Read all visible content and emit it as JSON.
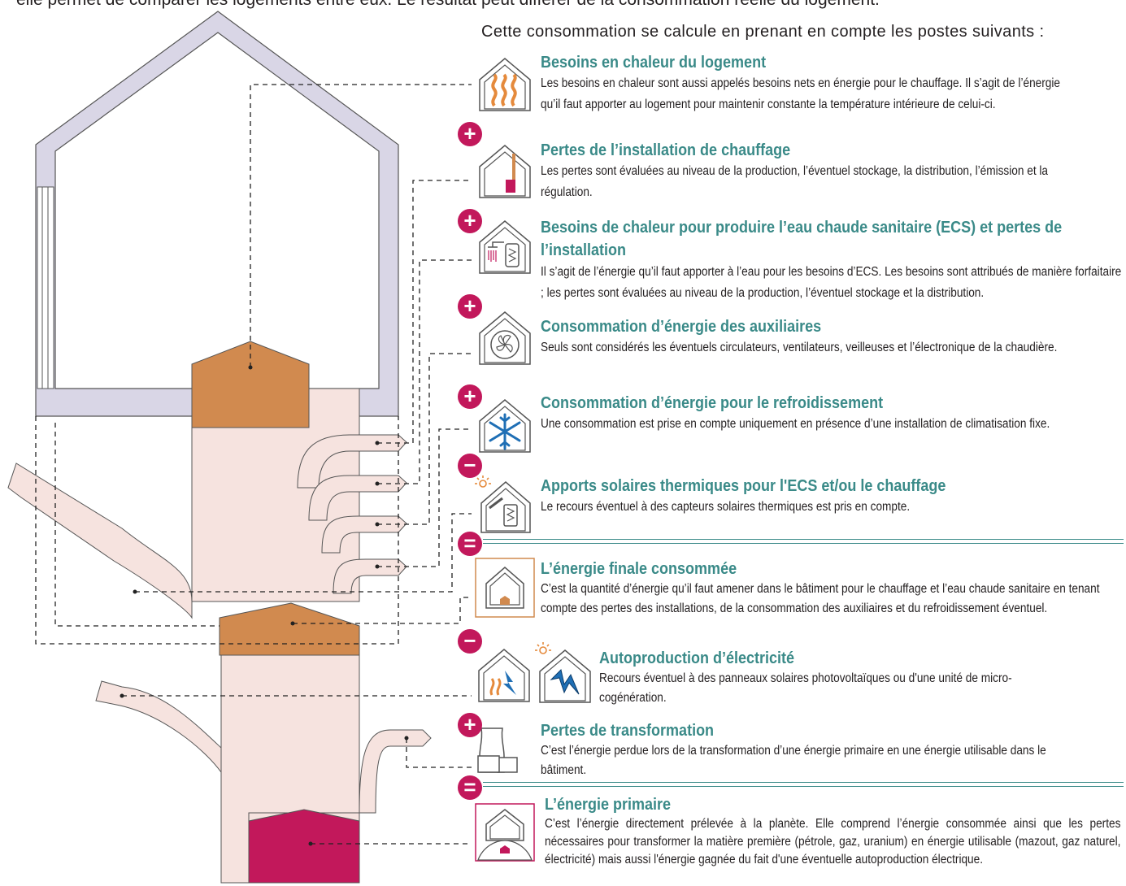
{
  "top_text": "elle permet de comparer les logements entre eux. Le résultat peut différer de la consommation réelle du logement.",
  "intro": "Cette consommation se calcule en prenant en compte les postes suivants :",
  "items": [
    {
      "title": "Besoins en chaleur du logement",
      "body": "Les besoins en chaleur sont aussi appelés besoins nets en énergie pour le chauffage. Il s’agit de l’énergie qu’il faut apporter au logement pour maintenir constante la température intérieure de celui-ci."
    },
    {
      "title": "Pertes de l’installation de chauffage",
      "body": "Les pertes sont évaluées au niveau de la production, l’éventuel stockage, la distribution, l’émission et la régulation."
    },
    {
      "title": "Besoins de chaleur pour produire l’eau chaude sanitaire (ECS) et pertes de l’installation",
      "body": "Il s’agit de l’énergie qu’il faut apporter à l’eau pour les besoins d’ECS. Les besoins sont attribués de manière forfaitaire ; les pertes sont évaluées au niveau de la production, l’éventuel stockage et la distribution."
    },
    {
      "title": "Consommation d’énergie des auxiliaires",
      "body": "Seuls sont considérés les éventuels circulateurs, ventilateurs, veilleuses et l’électronique de la chaudière."
    },
    {
      "title": "Consommation d’énergie pour le refroidissement",
      "body": "Une consommation est prise en compte uniquement en présence d’une installation de climatisation fixe."
    },
    {
      "title": "Apports solaires thermiques pour l'ECS et/ou le chauffage",
      "body": "Le recours éventuel à des capteurs solaires thermiques est pris en compte."
    },
    {
      "title": "L’énergie finale consommée",
      "body": "C’est la quantité d’énergie qu’il faut amener dans le bâtiment pour le chauffage et l’eau chaude sanitaire en tenant compte des pertes des installations, de la consommation des auxiliaires et du refroidissement éventuel."
    },
    {
      "title": "Autoproduction d’électricité",
      "body": "Recours éventuel à des panneaux solaires photovoltaïques ou d'une unité de micro-cogénération."
    },
    {
      "title": "Pertes de transformation",
      "body": "C’est l’énergie perdue lors de la transformation d’une énergie primaire en une énergie utilisable dans le bâtiment."
    },
    {
      "title": "L’énergie primaire",
      "body": "C’est l’énergie directement prélevée à la planète. Elle comprend l’énergie consommée ainsi que les pertes nécessaires pour transformer la matière première (pétrole, gaz, uranium) en énergie utilisable (mazout, gaz naturel, électricité) mais aussi l'énergie gagnée du fait d'une éventuelle autoproduction électrique."
    }
  ],
  "operators": [
    "+",
    "+",
    "+",
    "+",
    "−",
    "=",
    "−",
    "+",
    "="
  ],
  "colors": {
    "teal": "#3a8a88",
    "magenta": "#c2185b",
    "orange": "#d18a4f",
    "pink": "#f6e3df",
    "lilac": "#d9d6e6"
  }
}
